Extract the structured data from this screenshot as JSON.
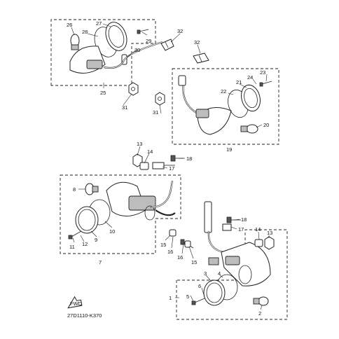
{
  "diagram": {
    "drawing_code": "27D1110-K370",
    "fwd_label": "FWD",
    "callouts": {
      "c1": "1",
      "c2": "2",
      "c3": "3",
      "c4": "4",
      "c5": "5",
      "c6": "6",
      "c7": "7",
      "c8": "8",
      "c9": "9",
      "c10": "10",
      "c11": "11",
      "c12": "12",
      "c13a": "13",
      "c13b": "13",
      "c14a": "14",
      "c14b": "14",
      "c15a": "15",
      "c15b": "15",
      "c16a": "16",
      "c16b": "16",
      "c17a": "17",
      "c17b": "17",
      "c18a": "18",
      "c18b": "18",
      "c19": "19",
      "c20": "20",
      "c21": "21",
      "c22": "22",
      "c23": "23",
      "c24": "24",
      "c25": "25",
      "c26": "26",
      "c27": "27",
      "c28": "28",
      "c29": "29",
      "c30": "30",
      "c31a": "31",
      "c31b": "31",
      "c32a": "32",
      "c32b": "32"
    }
  }
}
